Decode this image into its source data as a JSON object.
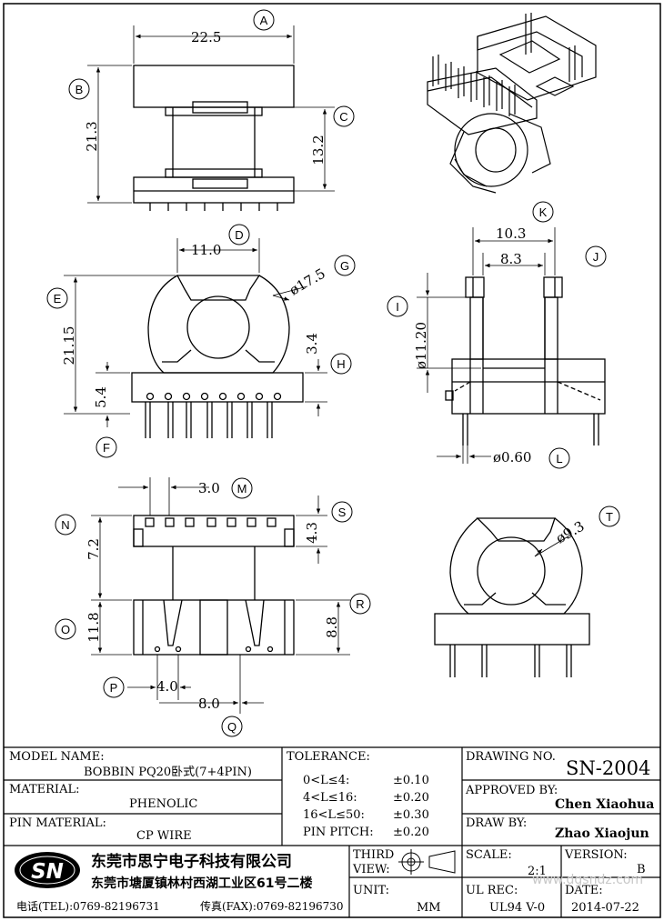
{
  "dims": {
    "A": "22.5",
    "B": "21.3",
    "C": "13.2",
    "D": "11.0",
    "E": "21.15",
    "F": "5.4",
    "G": "ø17.5",
    "H": "3.4",
    "I": "ø11.20",
    "J": "8.3",
    "K": "10.3",
    "L": "ø0.60",
    "M": "3.0",
    "N": "7.2",
    "O": "11.8",
    "P": "4.0",
    "Q": "8.0",
    "R": "8.8",
    "S": "4.3",
    "T": "ø9.3"
  },
  "callouts": [
    "A",
    "B",
    "C",
    "D",
    "E",
    "F",
    "G",
    "H",
    "I",
    "J",
    "K",
    "L",
    "M",
    "N",
    "O",
    "P",
    "Q",
    "R",
    "S",
    "T"
  ],
  "title_block": {
    "model_name_label": "MODEL NAME:",
    "model_name_value": "BOBBIN PQ20卧式(7+4PIN)",
    "material_label": "MATERIAL:",
    "material_value": "PHENOLIC",
    "pin_material_label": "PIN MATERIAL:",
    "pin_material_value": "CP WIRE",
    "tolerance_label": "TOLERANCE:",
    "tolerances": [
      {
        "range": "0<L≤4:",
        "value": "±0.10"
      },
      {
        "range": "4<L≤16:",
        "value": "±0.20"
      },
      {
        "range": "16<L≤50:",
        "value": "±0.30"
      },
      {
        "range": "PIN PITCH:",
        "value": "±0.20"
      }
    ],
    "drawing_no_label": "DRAWING NO.",
    "drawing_no_value": "SN-2004",
    "approved_by_label": "APPROVED BY:",
    "approved_by_value": "Chen Xiaohua",
    "draw_by_label": "DRAW BY:",
    "draw_by_value": "Zhao Xiaojun",
    "logo_text": "SN",
    "company_name": "东莞市思宁电子科技有限公司",
    "company_address": "东莞市塘厦镇林村西湖工业区61号二楼",
    "tel": "电话(TEL):0769-82196731",
    "fax": "传真(FAX):0769-82196730",
    "third_view_label_1": "THIRD",
    "third_view_label_2": "VIEW:",
    "unit_label": "UNIT:",
    "unit_value": "MM",
    "scale_label": "SCALE:",
    "scale_value": "2:1",
    "version_label": "VERSION:",
    "version_value": "B",
    "ul_rec_label": "UL REC:",
    "ul_rec_value": "UL94 V-0",
    "date_label": "DATE:",
    "date_value": "2014-07-22",
    "watermark": "www.dgsndz.com"
  }
}
